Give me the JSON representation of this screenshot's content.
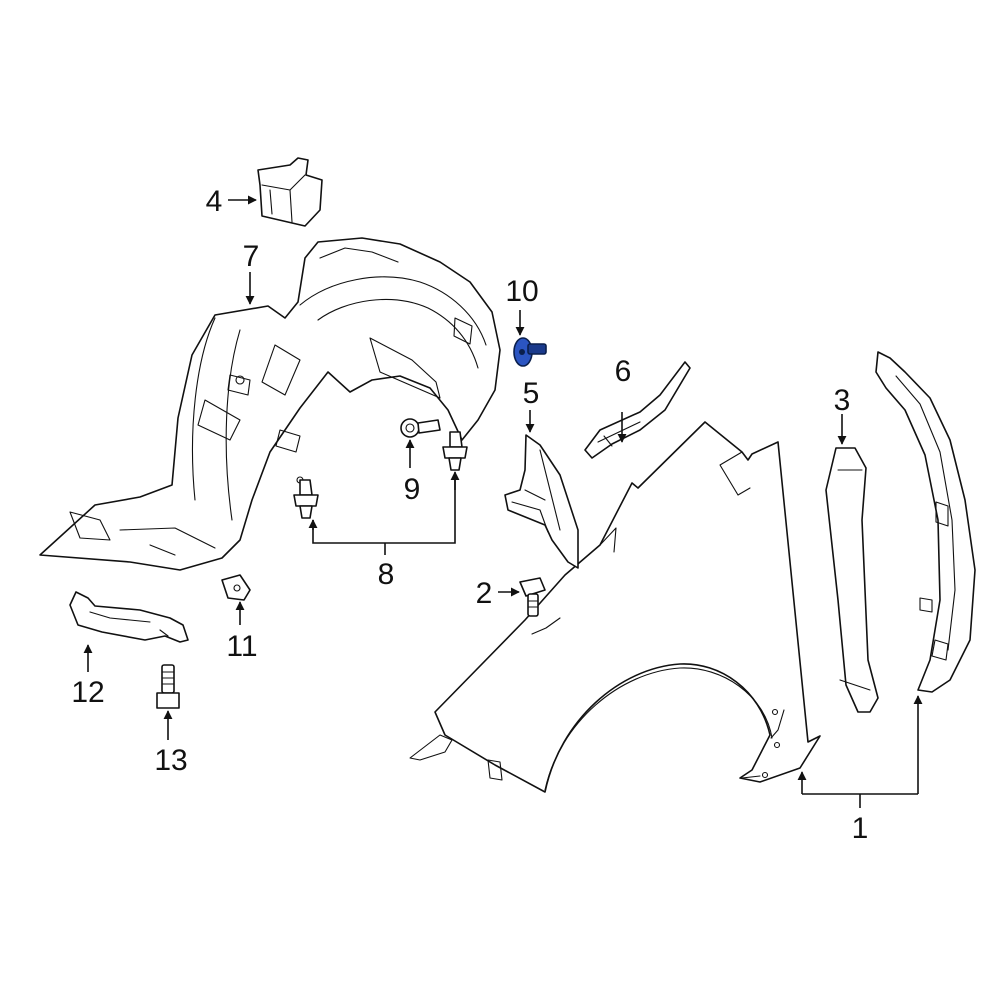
{
  "callouts": {
    "c1": "1",
    "c2": "2",
    "c3": "3",
    "c4": "4",
    "c5": "5",
    "c6": "6",
    "c7": "7",
    "c8": "8",
    "c9": "9",
    "c10": "10",
    "c11": "11",
    "c12": "12",
    "c13": "13"
  },
  "colors": {
    "highlight_part_fill": "#2b55c2",
    "highlight_part_dark": "#1a3a8c",
    "line": "#111111"
  }
}
